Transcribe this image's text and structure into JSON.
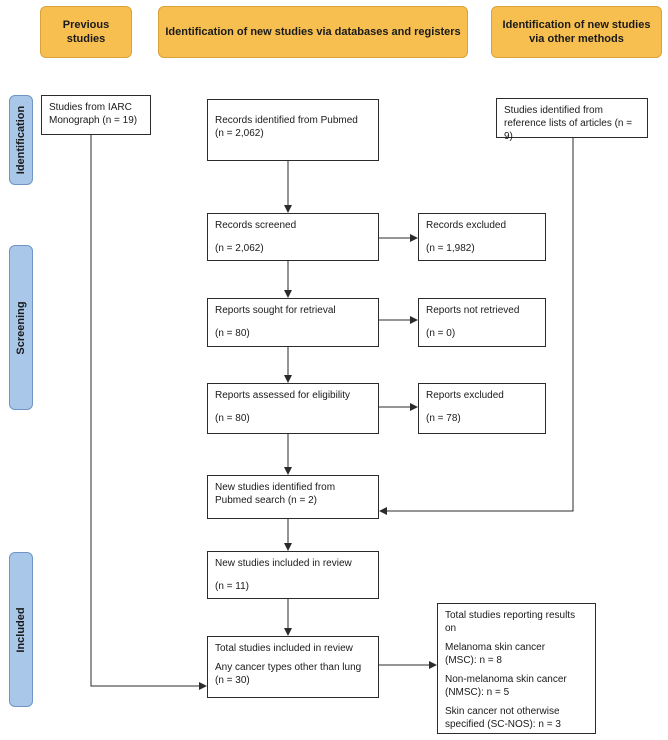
{
  "headers": {
    "previous": "Previous studies",
    "databases": "Identification of new studies via databases and registers",
    "other": "Identification of new studies via other methods"
  },
  "stages": {
    "identification": "Identification",
    "screening": "Screening",
    "included": "Included"
  },
  "boxes": {
    "iarc": {
      "line1": "Studies from IARC",
      "line2": "Monograph (n = 19)"
    },
    "pubmed": {
      "line1": "Records identified from Pubmed",
      "line2": "(n = 2,062)"
    },
    "reference": {
      "line1": "Studies identified from",
      "line2": "reference lists of articles (n = 9)"
    },
    "screened": {
      "title": "Records screened",
      "count": "(n = 2,062)"
    },
    "excluded": {
      "title": "Records excluded",
      "count": "(n = 1,982)"
    },
    "sought": {
      "title": "Reports sought for retrieval",
      "count": "(n = 80)"
    },
    "not_retrieved": {
      "title": "Reports not retrieved",
      "count": "(n = 0)"
    },
    "assessed": {
      "title": "Reports assessed for eligibility",
      "count": "(n = 80)"
    },
    "reports_excluded": {
      "title": "Reports excluded",
      "count": "(n = 78)"
    },
    "new_identified": {
      "line1": "New studies identified from",
      "line2": "Pubmed search (n = 2)"
    },
    "new_included": {
      "title": "New studies included in review",
      "count": "(n = 11)"
    },
    "total": {
      "title": "Total studies included in review",
      "line2": "Any cancer types other than lung",
      "count": "(n = 30)"
    },
    "results": {
      "title": "Total studies reporting results on",
      "msc1": "Melanoma skin cancer",
      "msc2": "(MSC): n = 8",
      "nmsc1": "Non-melanoma skin cancer",
      "nmsc2": "(NMSC): n = 5",
      "sc1": "Skin cancer not otherwise",
      "sc2": "specified (SC-NOS): n = 3"
    }
  }
}
